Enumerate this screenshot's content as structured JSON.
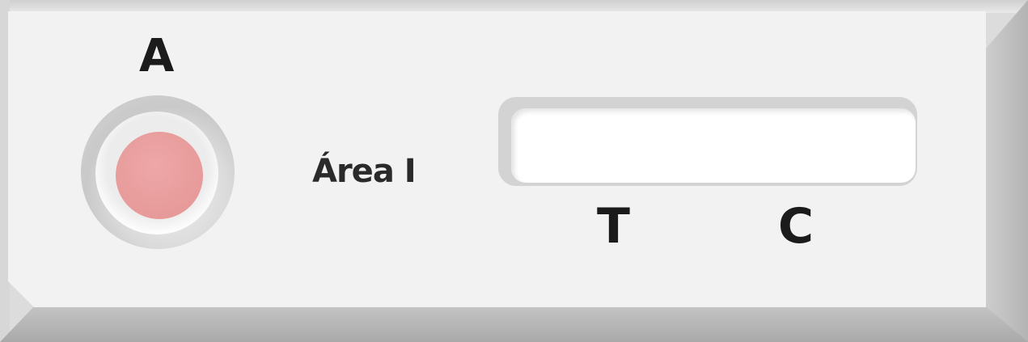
{
  "device": {
    "well_label": "A",
    "area_label": "Área I",
    "test_label": "T",
    "control_label": "C"
  },
  "colors": {
    "well_dot": "#e79a9a",
    "face": "#f2f2f2",
    "window": "#ffffff"
  }
}
